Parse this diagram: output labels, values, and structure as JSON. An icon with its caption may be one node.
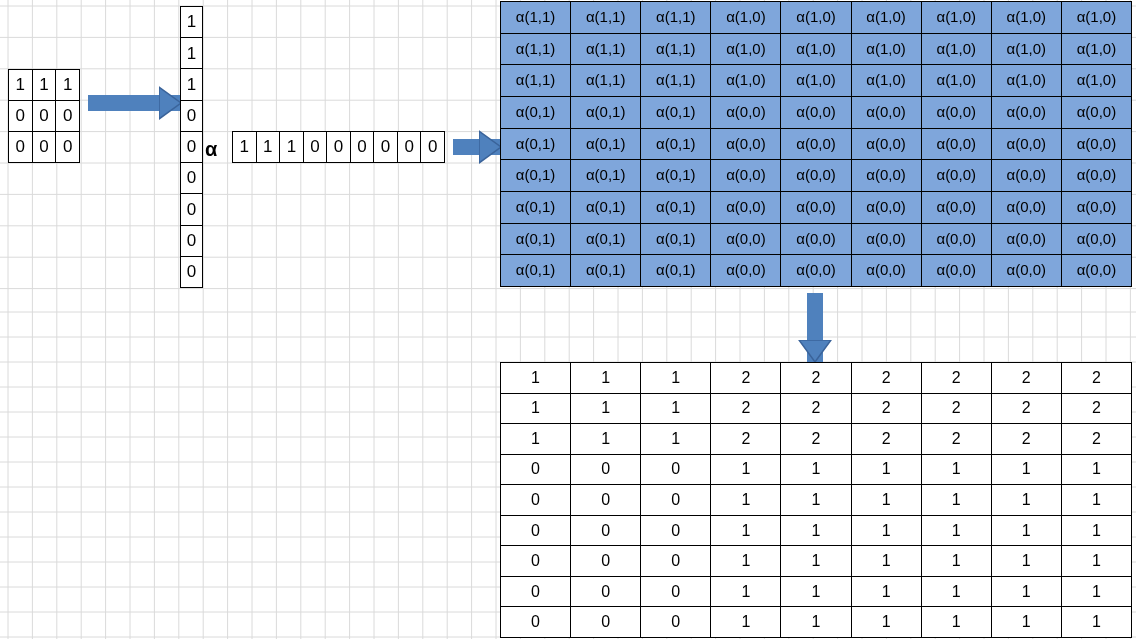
{
  "diagram": {
    "nodes": [
      {
        "text": [
          "1",
          "1",
          "1",
          "0",
          "0",
          "0",
          "0",
          "0",
          "0"
        ]
      },
      {
        "text": [
          "1",
          "1",
          "1",
          "0",
          "0",
          "0",
          "0",
          "0",
          "0"
        ]
      },
      {
        "text": [
          "1",
          "1",
          "1",
          "0",
          "0",
          "0",
          "0",
          "0",
          "0"
        ]
      },
      {
        "text": [
          "α(1,1)",
          "α(1,1)",
          "α(1,1)",
          "α(1,0)",
          "α(1,0)",
          "α(1,0)",
          "α(1,0)",
          "α(1,0)",
          "α(1,0)",
          "α(1,1)",
          "α(1,1)",
          "α(1,1)",
          "α(1,0)",
          "α(1,0)",
          "α(1,0)",
          "α(1,0)",
          "α(1,0)",
          "α(1,0)",
          "α(1,1)",
          "α(1,1)",
          "α(1,1)",
          "α(1,0)",
          "α(1,0)",
          "α(1,0)",
          "α(1,0)",
          "α(1,0)",
          "α(1,0)",
          "α(0,1)",
          "α(0,1)",
          "α(0,1)",
          "α(0,0)",
          "α(0,0)",
          "α(0,0)",
          "α(0,0)",
          "α(0,0)",
          "α(0,0)",
          "α(0,1)",
          "α(0,1)",
          "α(0,1)",
          "α(0,0)",
          "α(0,0)",
          "α(0,0)",
          "α(0,0)",
          "α(0,0)",
          "α(0,0)",
          "α(0,1)",
          "α(0,1)",
          "α(0,1)",
          "α(0,0)",
          "α(0,0)",
          "α(0,0)",
          "α(0,0)",
          "α(0,0)",
          "α(0,0)",
          "α(0,1)",
          "α(0,1)",
          "α(0,1)",
          "α(0,0)",
          "α(0,0)",
          "α(0,0)",
          "α(0,0)",
          "α(0,0)",
          "α(0,0)",
          "α(0,1)",
          "α(0,1)",
          "α(0,1)",
          "α(0,0)",
          "α(0,0)",
          "α(0,0)",
          "α(0,0)",
          "α(0,0)",
          "α(0,0)",
          "α(0,1)",
          "α(0,1)",
          "α(0,1)",
          "α(0,0)",
          "α(0,0)",
          "α(0,0)",
          "α(0,0)",
          "α(0,0)",
          "α(0,0)"
        ]
      },
      {
        "text": [
          "1",
          "1",
          "1",
          "2",
          "2",
          "2",
          "2",
          "2",
          "2",
          "1",
          "1",
          "1",
          "2",
          "2",
          "2",
          "2",
          "2",
          "2",
          "1",
          "1",
          "1",
          "2",
          "2",
          "2",
          "2",
          "2",
          "2",
          "0",
          "0",
          "0",
          "1",
          "1",
          "1",
          "1",
          "1",
          "1",
          "0",
          "0",
          "0",
          "1",
          "1",
          "1",
          "1",
          "1",
          "1",
          "0",
          "0",
          "0",
          "1",
          "1",
          "1",
          "1",
          "1",
          "1",
          "0",
          "0",
          "0",
          "1",
          "1",
          "1",
          "1",
          "1",
          "1",
          "0",
          "0",
          "0",
          "1",
          "1",
          "1",
          "1",
          "1",
          "1",
          "0",
          "0",
          "0",
          "1",
          "1",
          "1",
          "1",
          "1",
          "1"
        ]
      }
    ],
    "edges": [
      {
        "from": 0,
        "to": 1,
        "arrow": "to"
      },
      {
        "from": 2,
        "to": 3,
        "arrow": "to"
      },
      {
        "from": 3,
        "to": 4,
        "arrow": "to"
      }
    ],
    "labels": [
      "α"
    ]
  }
}
